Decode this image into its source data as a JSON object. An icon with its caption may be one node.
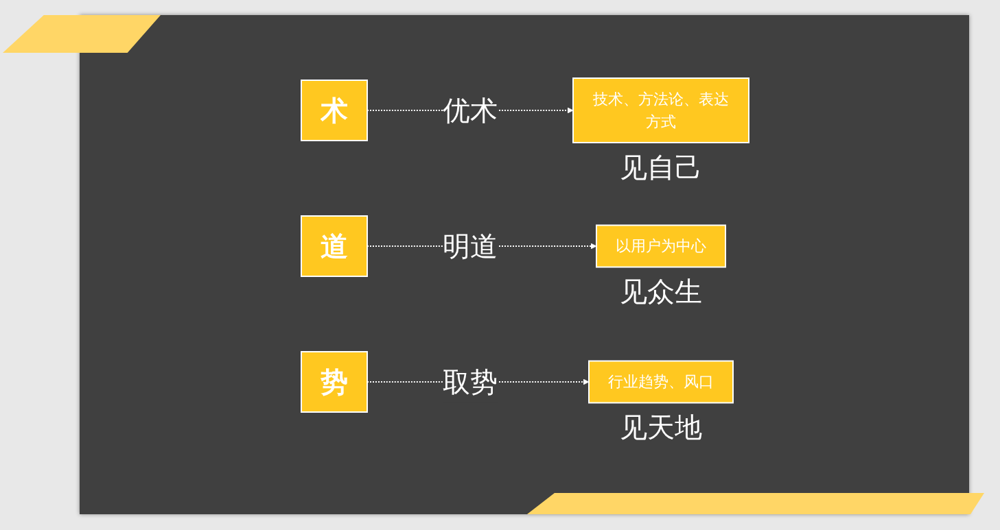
{
  "diagram": {
    "nodes": [
      {
        "text": [
          "术"
        ]
      },
      {
        "text": [
          "技术、方法论、表达方式"
        ],
        "beside": [
          "见自己"
        ]
      },
      {
        "text": [
          "道"
        ]
      },
      {
        "text": [
          "以用户为中心"
        ],
        "beside": [
          "见众生"
        ]
      },
      {
        "text": [
          "势"
        ]
      },
      {
        "text": [
          "行业趋势、风口"
        ],
        "beside": [
          "见天地"
        ]
      }
    ],
    "edges": [
      {
        "from": 0,
        "to": 1,
        "arrow": "to",
        "label": "优术",
        "style": "dashed"
      },
      {
        "from": 2,
        "to": 3,
        "arrow": "to",
        "label": "明道",
        "style": "dashed"
      },
      {
        "from": 4,
        "to": 5,
        "arrow": "to",
        "label": "取势",
        "style": "dashed"
      }
    ]
  }
}
